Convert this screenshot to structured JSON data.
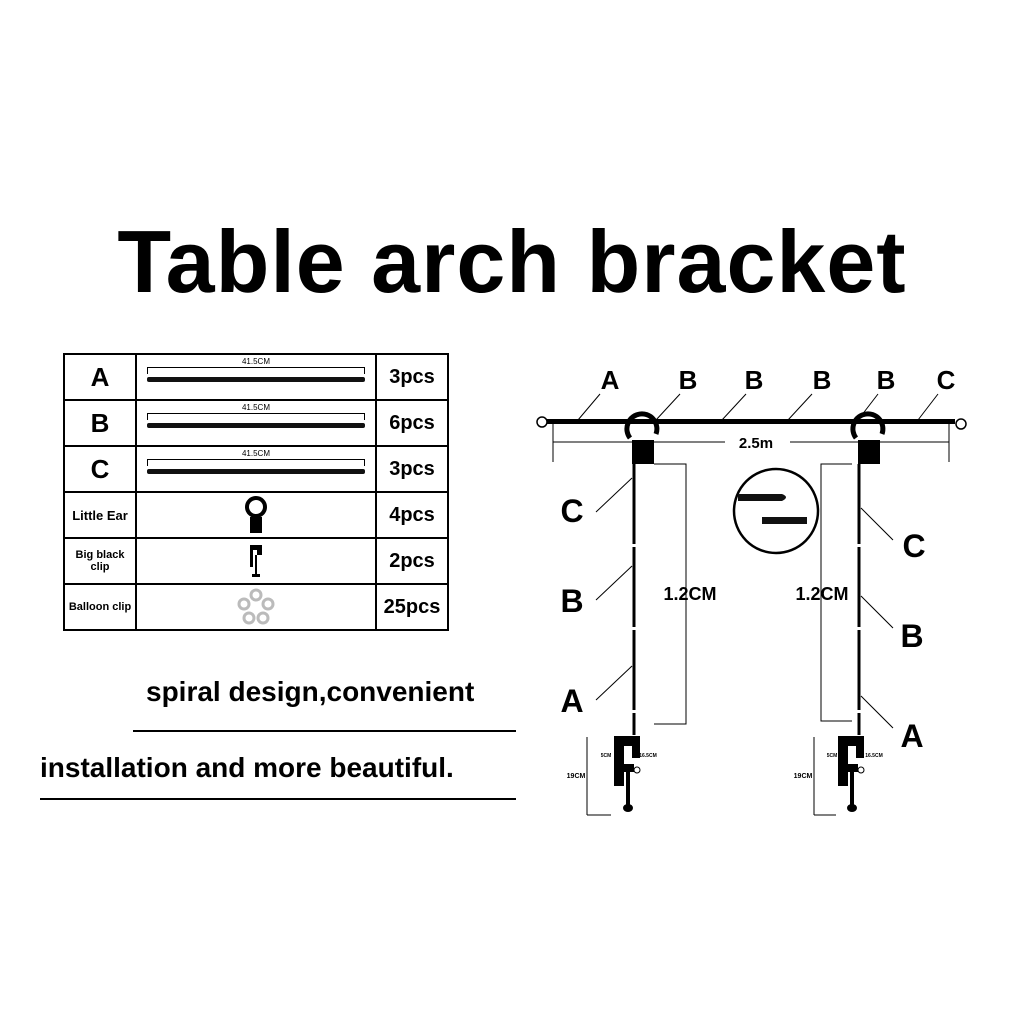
{
  "title": "Table arch bracket",
  "parts": [
    {
      "label": "A",
      "kind": "rod",
      "dimension": "41.5CM",
      "qty": "3pcs"
    },
    {
      "label": "B",
      "kind": "rod",
      "dimension": "41.5CM",
      "qty": "6pcs"
    },
    {
      "label": "C",
      "kind": "rod",
      "dimension": "41.5CM",
      "qty": "3pcs"
    },
    {
      "label": "Little Ear",
      "kind": "ear",
      "qty": "4pcs"
    },
    {
      "label": "Big black clip",
      "kind": "clip",
      "qty": "2pcs"
    },
    {
      "label": "Balloon clip",
      "kind": "balloon-clip",
      "qty": "25pcs"
    }
  ],
  "slogan": {
    "line1": "spiral design,convenient",
    "line2": "installation and more beautiful."
  },
  "diagram": {
    "top_labels": [
      "A",
      "B",
      "B",
      "B",
      "B",
      "C"
    ],
    "span": "2.5m",
    "left_height": "1.2CM",
    "right_height": "1.2CM",
    "left_labels": [
      "C",
      "B",
      "A"
    ],
    "right_labels": [
      "C",
      "B",
      "A"
    ],
    "clip_dims": {
      "inner": "5CM",
      "side": "16.5CM",
      "total": "19CM"
    }
  }
}
